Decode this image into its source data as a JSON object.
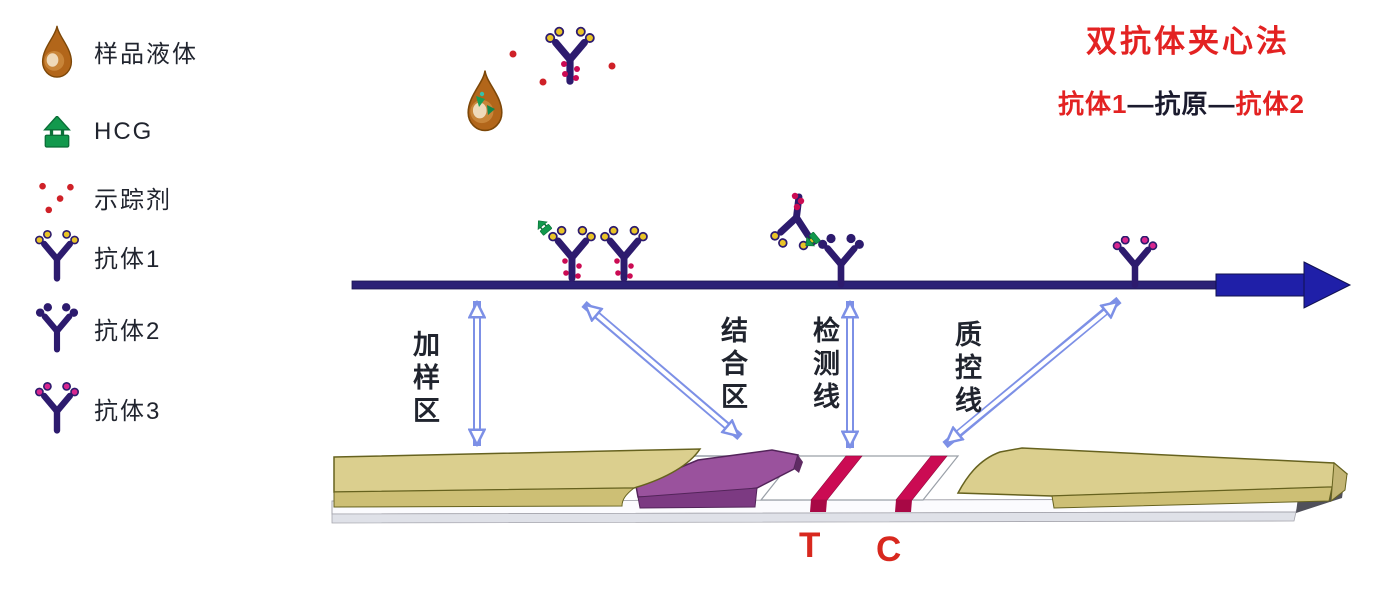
{
  "title": {
    "text": "双抗体夹心法",
    "subtitle": {
      "parts": [
        {
          "text": "抗体1",
          "tone": "red"
        },
        {
          "text": "—",
          "tone": "dark"
        },
        {
          "text": "抗原",
          "tone": "dark"
        },
        {
          "text": "—",
          "tone": "dark"
        },
        {
          "text": "抗体2",
          "tone": "red"
        }
      ]
    }
  },
  "legend": {
    "items": [
      {
        "label": "样品液体",
        "icon": "droplet-icon"
      },
      {
        "label": "HCG",
        "icon": "hcg-icon"
      },
      {
        "label": "示踪剂",
        "icon": "tracer-icon"
      },
      {
        "label": "抗体1",
        "icon": "antibody1-icon"
      },
      {
        "label": "抗体2",
        "icon": "antibody2-icon"
      },
      {
        "label": "抗体3",
        "icon": "antibody3-icon"
      }
    ]
  },
  "zones": [
    {
      "label": "加样区"
    },
    {
      "label": "结合区"
    },
    {
      "label": "检测线"
    },
    {
      "label": "质控线"
    }
  ],
  "strip": {
    "test_line_label": "T",
    "control_line_label": "C"
  },
  "colors": {
    "title-red": "#e32222",
    "label-dark": "#20242e",
    "tc-red": "#d8281e",
    "line-navy": "#2b2176",
    "arrow-blue": "#1f1fa8",
    "hollow-arrow-blue": "#7d90e6",
    "antibody-navy": "#2d1b6e",
    "tip-yellow": "#e9c427",
    "tip-magenta": "#d8268f",
    "hcg-green": "#12994d",
    "tracer-red": "#cf2128",
    "pad-tan": "#dbcf8e",
    "pad-purple": "#9a529d",
    "band-crimson": "#cb0b53",
    "droplet-brown": "#b2661a"
  }
}
